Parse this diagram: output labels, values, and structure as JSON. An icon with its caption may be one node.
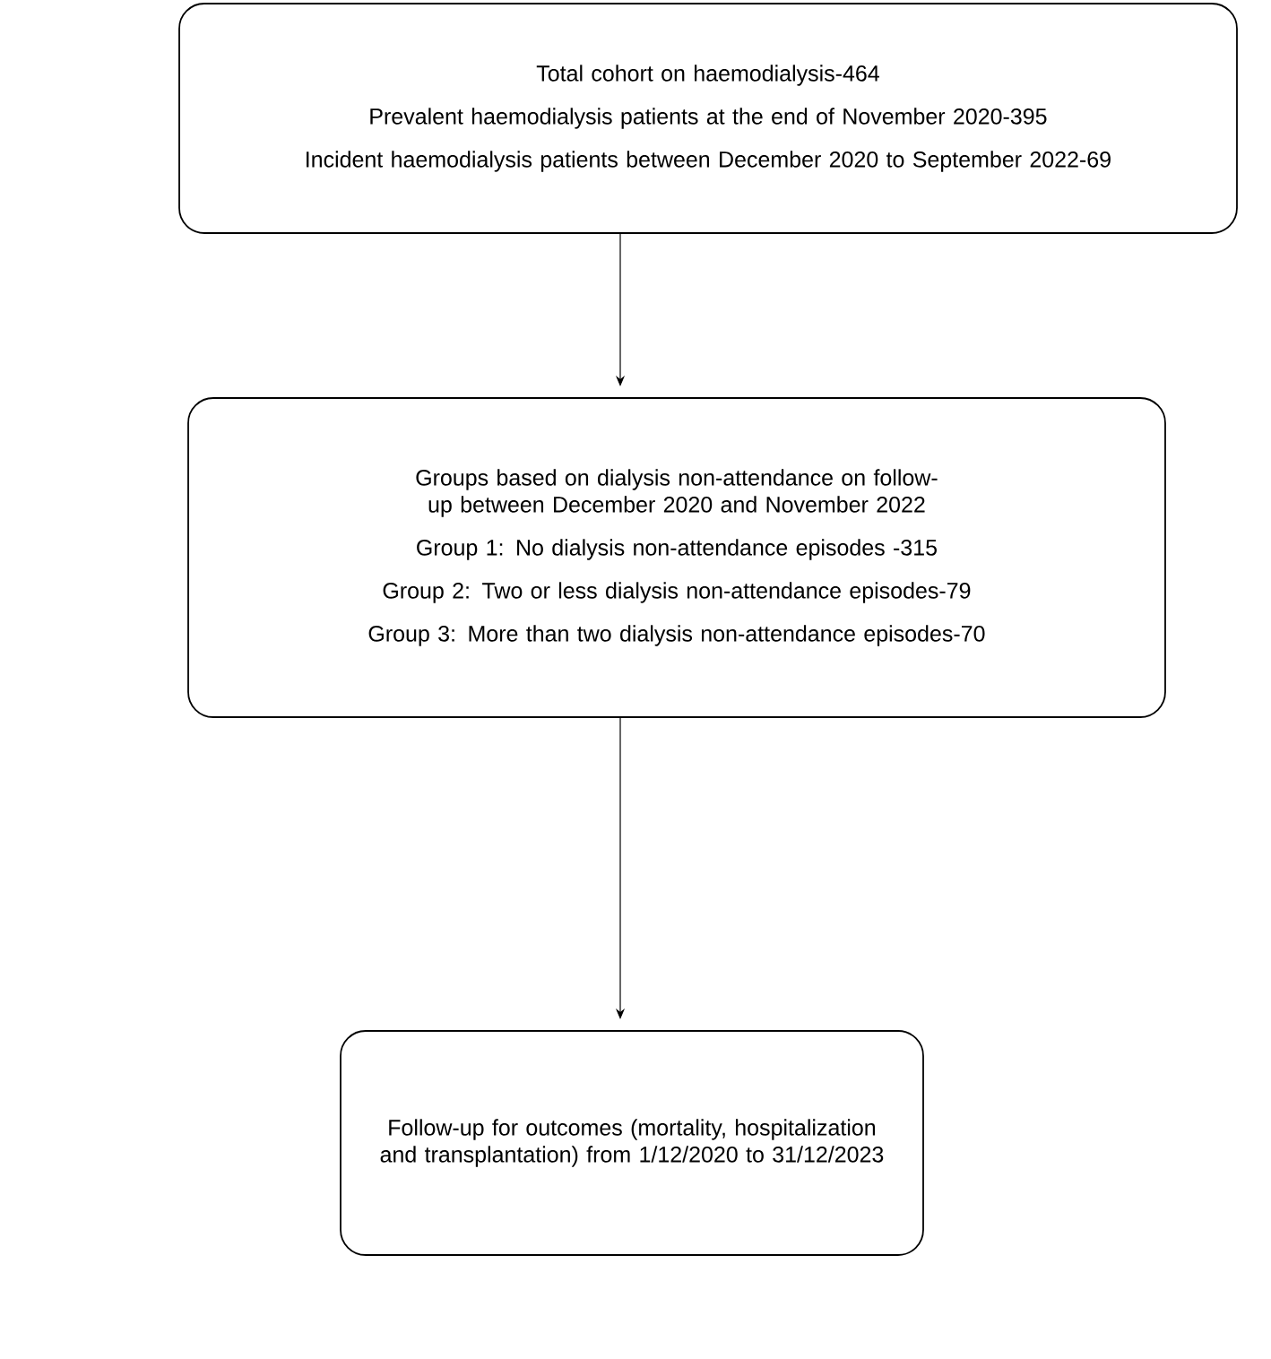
{
  "diagram": {
    "nodes": [
      {
        "text": [
          "Total cohort on haemodialysis-464",
          "Prevalent haemodialysis patients at the end of November 2020-395",
          "Incident haemodialysis patients between December 2020 to September 2022-69"
        ]
      },
      {
        "text": [
          "Groups based on dialysis non-attendance on follow-up between December 2020 and November 2022",
          "Group 1: No dialysis non-attendance episodes -315",
          "Group 2: Two or less dialysis non-attendance episodes-79",
          "Group 3: More than two dialysis non-attendance episodes-70"
        ]
      },
      {
        "text": [
          "Follow-up for outcomes (mortality, hospitalization and transplantation) from 1/12/2020 to 31/12/2023"
        ]
      }
    ],
    "edges": [
      {
        "from": 0,
        "to": 1,
        "arrow": "to"
      },
      {
        "from": 1,
        "to": 2,
        "arrow": "to"
      }
    ]
  }
}
